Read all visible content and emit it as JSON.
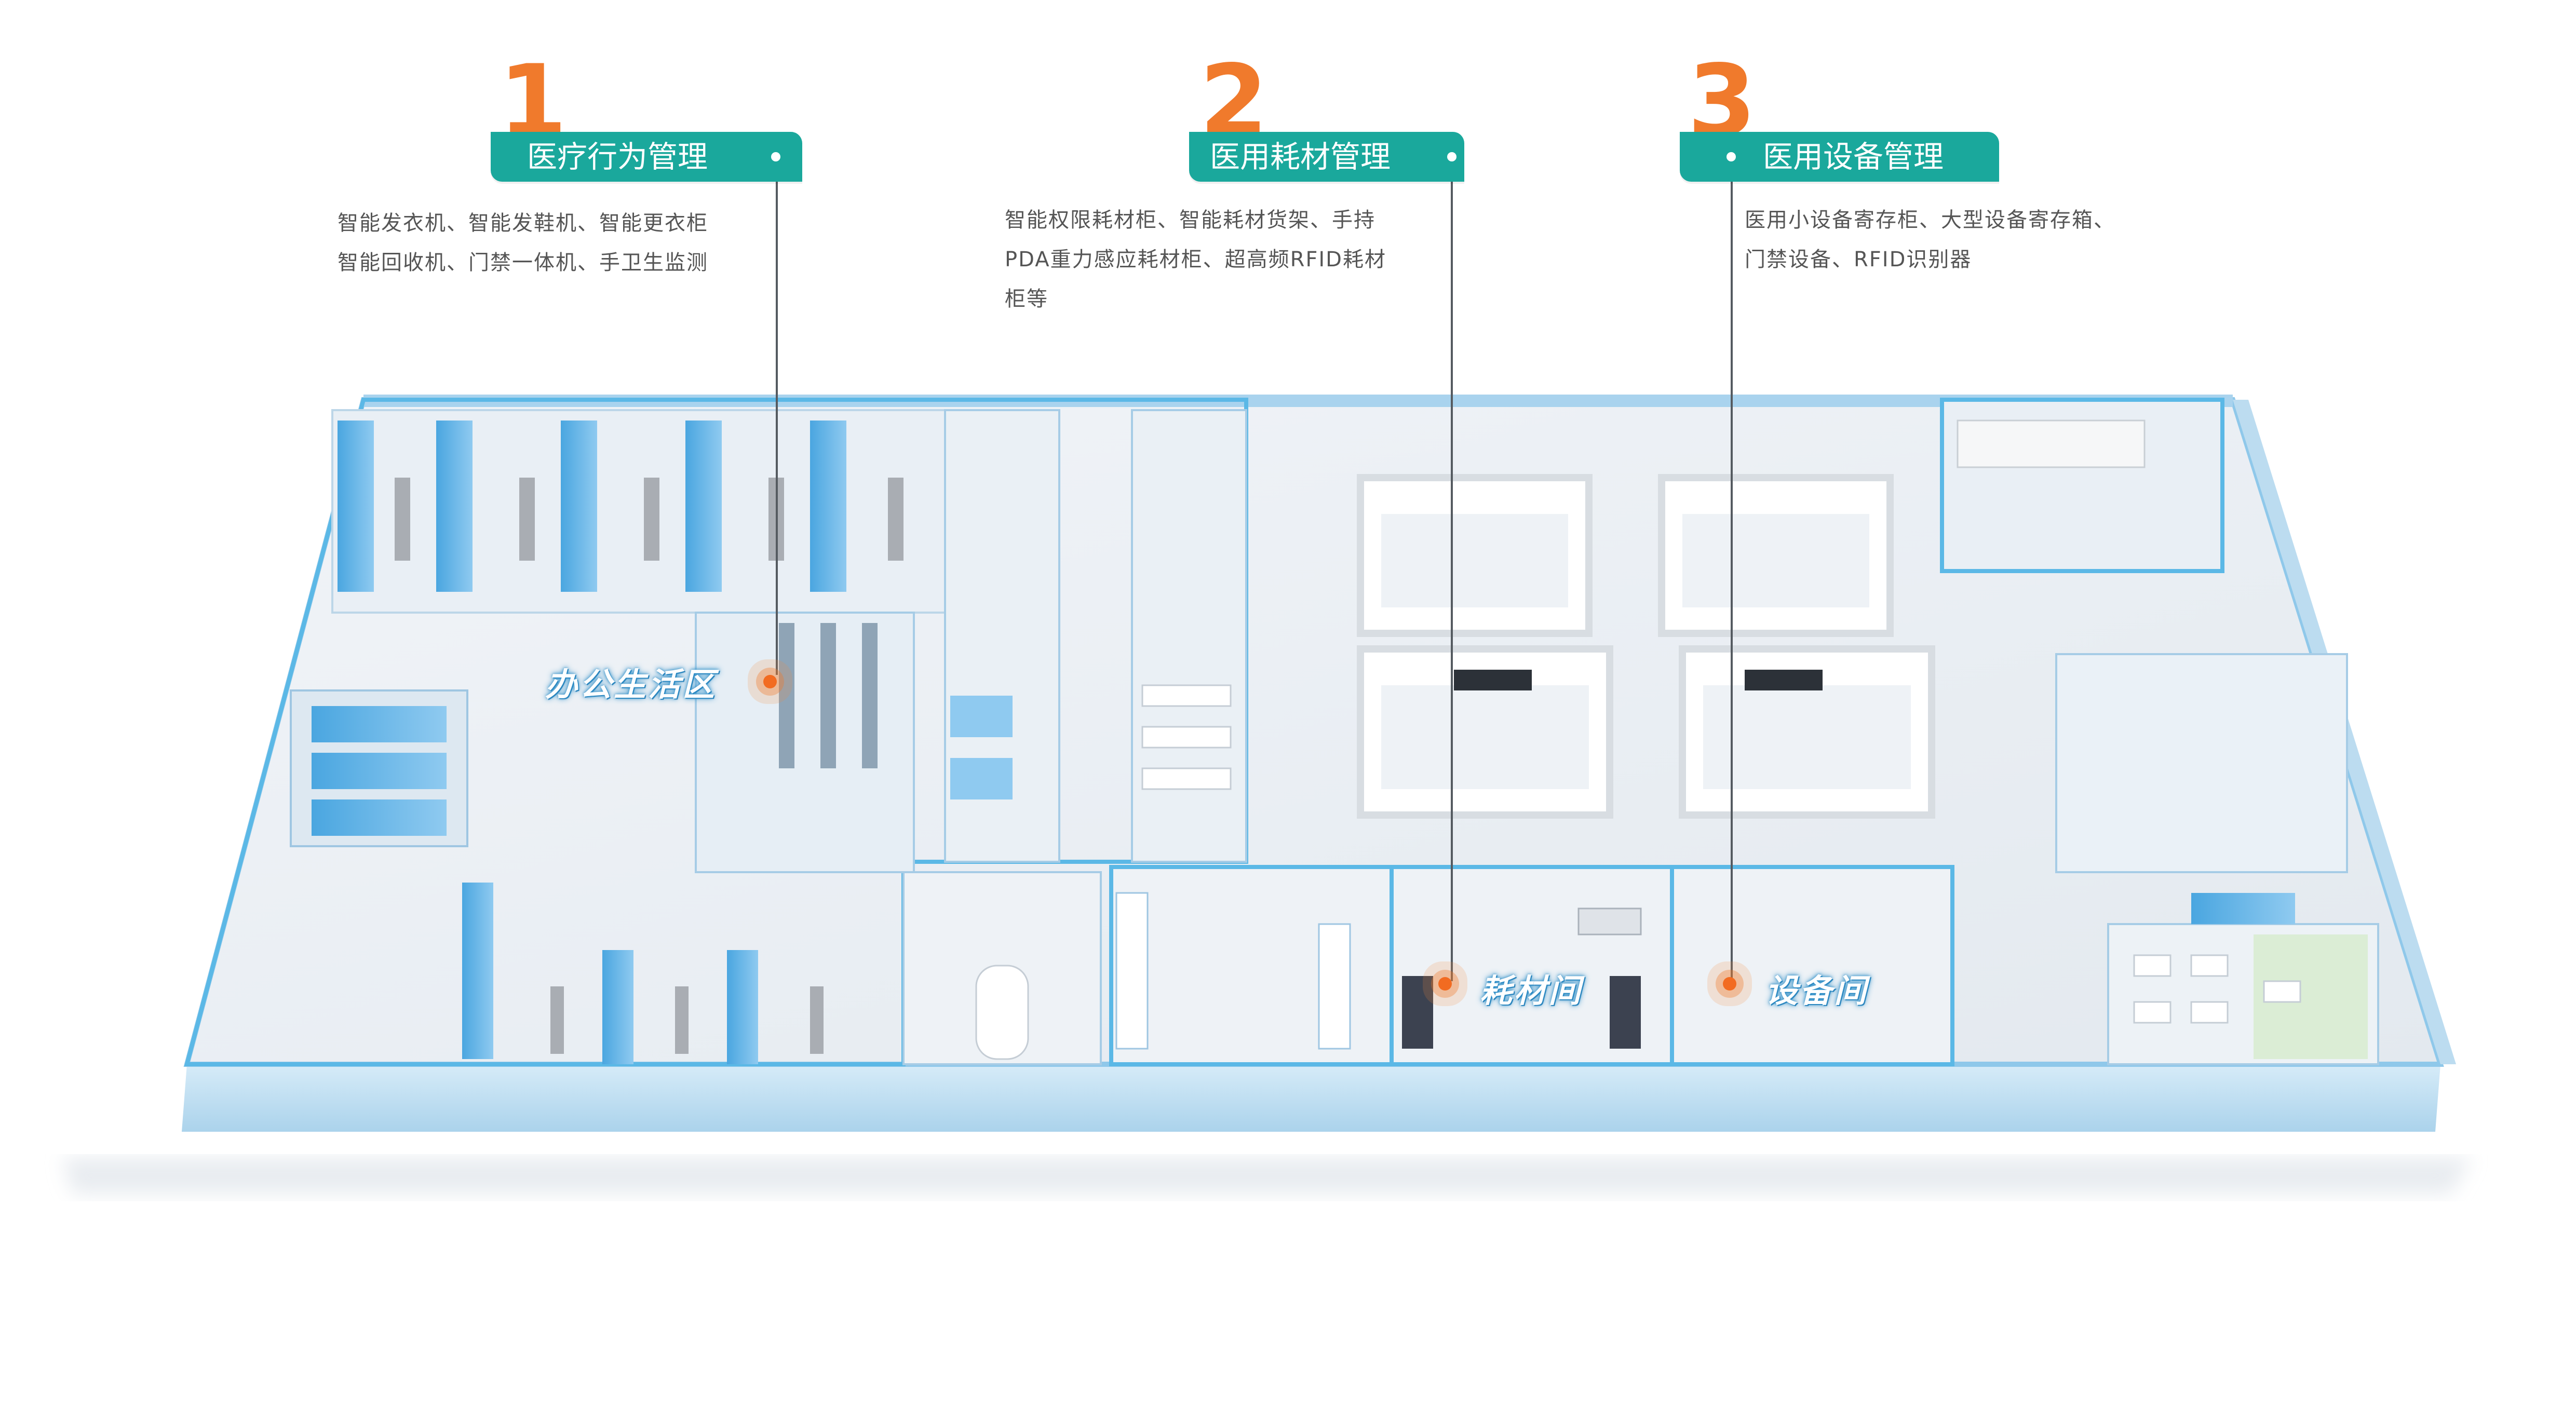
{
  "callouts": [
    {
      "number": "1",
      "title": "医疗行为管理",
      "lines": [
        "智能发衣机、智能发鞋机、智能更衣柜",
        "智能回收机、门禁一体机、手卫生监测"
      ]
    },
    {
      "number": "2",
      "title": "医用耗材管理",
      "lines": [
        "智能权限耗材柜、智能耗材货架、手持",
        "PDA重力感应耗材柜、超高频RFID耗材",
        "柜等"
      ]
    },
    {
      "number": "3",
      "title": "医用设备管理",
      "lines": [
        "医用小设备寄存柜、大型设备寄存箱、",
        "门禁设备、RFID识别器"
      ]
    }
  ],
  "zones": {
    "office": "办公生活区",
    "consumables": "耗材间",
    "equipment": "设备间"
  },
  "colors": {
    "accent_teal": "#1aa89c",
    "number_orange": "#f07a2c",
    "pin_orange": "#f26b21",
    "wall_blue": "#5bb8e6",
    "floor": "#eef2f6"
  }
}
